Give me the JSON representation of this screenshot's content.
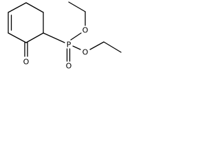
{
  "molecule": {
    "atoms": {
      "carbonyl_oxygen": "O",
      "phosphorus": "P",
      "ester_oxygen_upper": "O",
      "ester_oxygen_lower": "O",
      "phosphoryl_oxygen": "O"
    },
    "colors": {
      "bond": "#000000",
      "label": "#000000",
      "background": "#ffffff"
    }
  }
}
